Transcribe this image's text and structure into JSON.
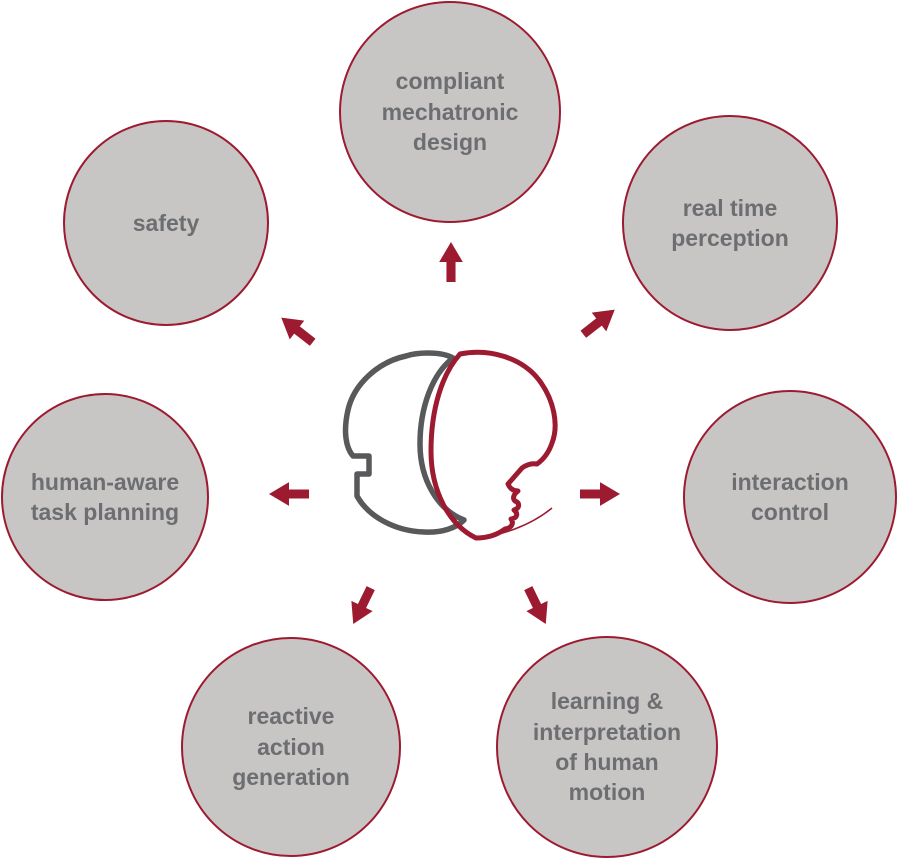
{
  "diagram": {
    "type": "hub-and-spoke",
    "colors": {
      "accent": "#9d1b31",
      "circle_fill": "#c8c6c4",
      "text": "#6d6e71",
      "logo_gray": "#58595b"
    },
    "center": {
      "logo_description": "two overlapping face-profile crescents, gray robot profile left, dark red human profile right"
    },
    "nodes": {
      "top": {
        "label": "compliant\nmechatronic\ndesign"
      },
      "top_right": {
        "label": "real time\nperception"
      },
      "right": {
        "label": "interaction\ncontrol"
      },
      "bottom_right": {
        "label": "learning &\ninterpretation\nof human\nmotion"
      },
      "bottom_left": {
        "label": "reactive\naction\ngeneration"
      },
      "left": {
        "label": "human-aware\ntask planning"
      },
      "top_left": {
        "label": "safety"
      }
    },
    "arrows": [
      "arrow-top",
      "arrow-top-right",
      "arrow-right",
      "arrow-bottom-right",
      "arrow-bottom-left",
      "arrow-left",
      "arrow-top-left"
    ]
  }
}
